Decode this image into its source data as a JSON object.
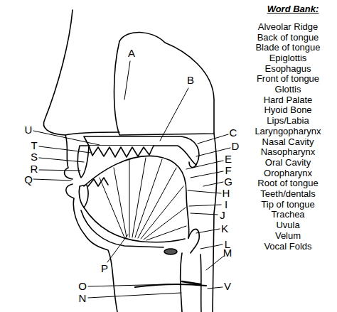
{
  "diagram": {
    "title": "Word Bank:",
    "labels": [
      "A",
      "B",
      "C",
      "D",
      "E",
      "F",
      "G",
      "H",
      "I",
      "J",
      "K",
      "L",
      "M",
      "N",
      "O",
      "P",
      "Q",
      "R",
      "S",
      "T",
      "U",
      "V",
      "Alveolar Ridge",
      "Back of tongue",
      "Blade of tongue",
      "Epiglottis",
      "Esophagus",
      "Front of tongue",
      "Glottis",
      "Hard Palate",
      "Hyoid Bone",
      "Lips/Labia",
      "Laryngopharynx",
      "Nasal Cavity",
      "Nasopharynx",
      "Oral Cavity",
      "Oropharynx",
      "Root of tongue",
      "Teeth/dentals",
      "Tip of tongue",
      "Trachea",
      "Uvula",
      "Velum",
      "Vocal Folds"
    ]
  }
}
